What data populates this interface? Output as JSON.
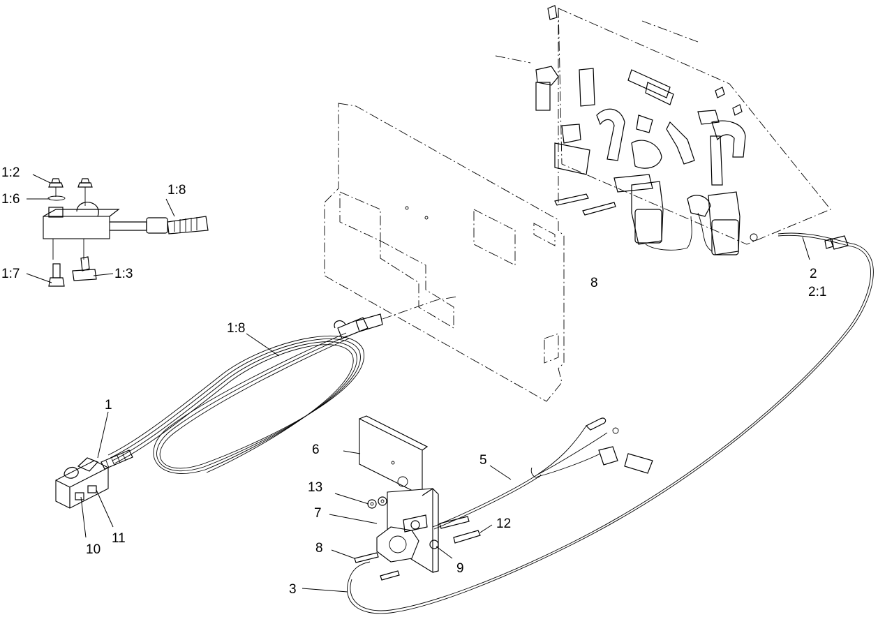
{
  "callouts": {
    "c_1_2": "1:2",
    "c_1_6": "1:6",
    "c_1_8_top": "1:8",
    "c_1_7": "1:7",
    "c_1_3": "1:3",
    "c_1_8_cable": "1:8",
    "c_1": "1",
    "c_10": "10",
    "c_11": "11",
    "c_8_top": "8",
    "c_2": "2",
    "c_2_1": "2:1",
    "c_6": "6",
    "c_5": "5",
    "c_13": "13",
    "c_7": "7",
    "c_12": "12",
    "c_8_bottom": "8",
    "c_9": "9",
    "c_3": "3"
  }
}
